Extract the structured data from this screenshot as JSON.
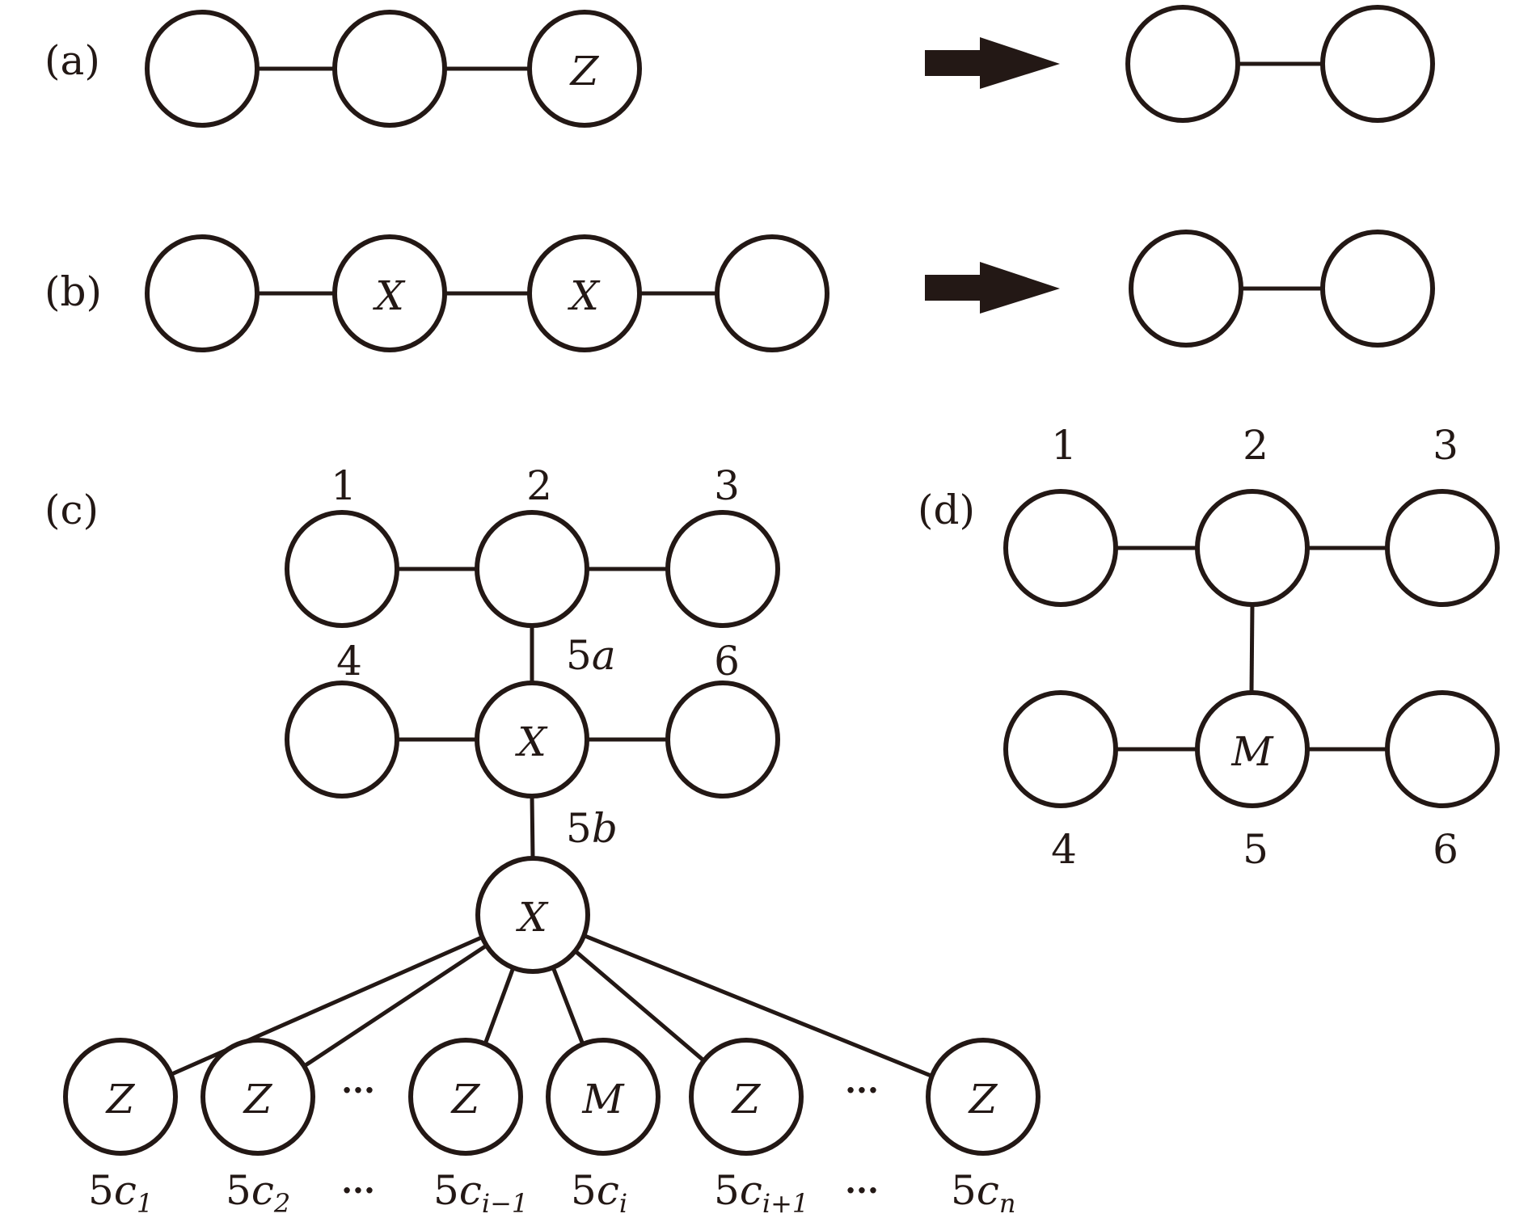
{
  "colors": {
    "stroke": "#231815",
    "background": "#ffffff"
  },
  "panels": {
    "a": {
      "label": "(a)",
      "left_nodes": [
        "",
        "",
        "Z"
      ],
      "right_nodes": [
        "",
        ""
      ],
      "arrow": "right-arrow"
    },
    "b": {
      "label": "(b)",
      "left_nodes": [
        "",
        "X",
        "X",
        ""
      ],
      "right_nodes": [
        "",
        ""
      ],
      "arrow": "right-arrow"
    },
    "c": {
      "label": "(c)",
      "top_row": [
        {
          "id": "1",
          "text": ""
        },
        {
          "id": "2",
          "text": ""
        },
        {
          "id": "3",
          "text": ""
        }
      ],
      "mid_row": [
        {
          "id": "4",
          "text": ""
        },
        {
          "id": "5a",
          "text": "X"
        },
        {
          "id": "6",
          "text": ""
        }
      ],
      "edge_labels": {
        "5a": "5",
        "5a_var": "a",
        "5b": "5",
        "5b_var": "b"
      },
      "hub": {
        "id": "5b",
        "text": "X"
      },
      "children": [
        {
          "text": "Z",
          "label": "5",
          "var": "c",
          "sub": "1"
        },
        {
          "text": "Z",
          "label": "5",
          "var": "c",
          "sub": "2"
        },
        {
          "text": "Z",
          "label": "5",
          "var": "c",
          "sub": "i−1"
        },
        {
          "text": "M",
          "label": "5",
          "var": "c",
          "sub": "i"
        },
        {
          "text": "Z",
          "label": "5",
          "var": "c",
          "sub": "i+1"
        },
        {
          "text": "Z",
          "label": "5",
          "var": "c",
          "sub": "n"
        }
      ],
      "ellipsis": "···"
    },
    "d": {
      "label": "(d)",
      "top_row": [
        {
          "id": "1",
          "text": ""
        },
        {
          "id": "2",
          "text": ""
        },
        {
          "id": "3",
          "text": ""
        }
      ],
      "bottom_row": [
        {
          "id": "4",
          "text": ""
        },
        {
          "id": "5",
          "text": "M"
        },
        {
          "id": "6",
          "text": ""
        }
      ]
    }
  }
}
